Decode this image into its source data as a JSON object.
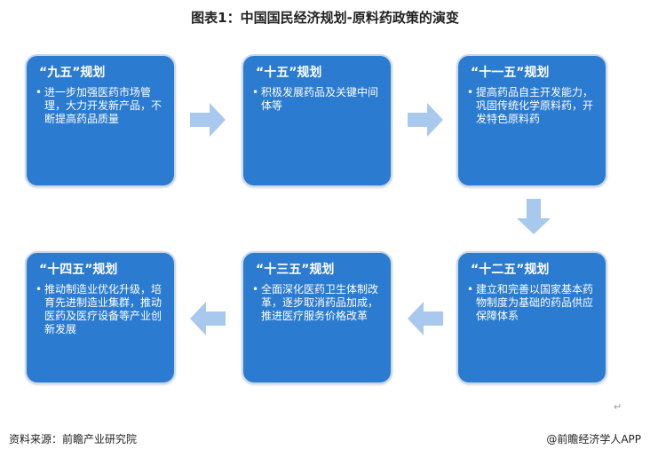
{
  "title": "图表1：中国国民经济规划-原料药政策的演变",
  "plans": [
    {
      "name": "“九五”规划",
      "text": "进一步加强医药市场管理，大力开发新产品，不断提高药品质量"
    },
    {
      "name": "“十五”规划",
      "text": "积极发展药品及关键中间体等"
    },
    {
      "name": "“十一五”规划",
      "text": "提高药品自主开发能力，巩固传统化学原料药，开发特色原料药"
    },
    {
      "name": "“十二五”规划",
      "text": "建立和完善以国家基本药物制度为基础的药品供应保障体系"
    },
    {
      "name": "“十三五”规划",
      "text": "全面深化医药卫生体制改革，逐步取消药品加成，推进医疗服务价格改革"
    },
    {
      "name": "“十四五”规划",
      "text": "推动制造业优化升级，培育先进制造业集群，推动医药及医疗设备等产业创新发展"
    }
  ],
  "footer": {
    "source": "资料来源：前瞻产业研究院",
    "brand": "@前瞻经济学人APP"
  },
  "return_mark": "↵",
  "colors": {
    "box": "#2b7bd0",
    "arrow": "#a9c8ee"
  }
}
